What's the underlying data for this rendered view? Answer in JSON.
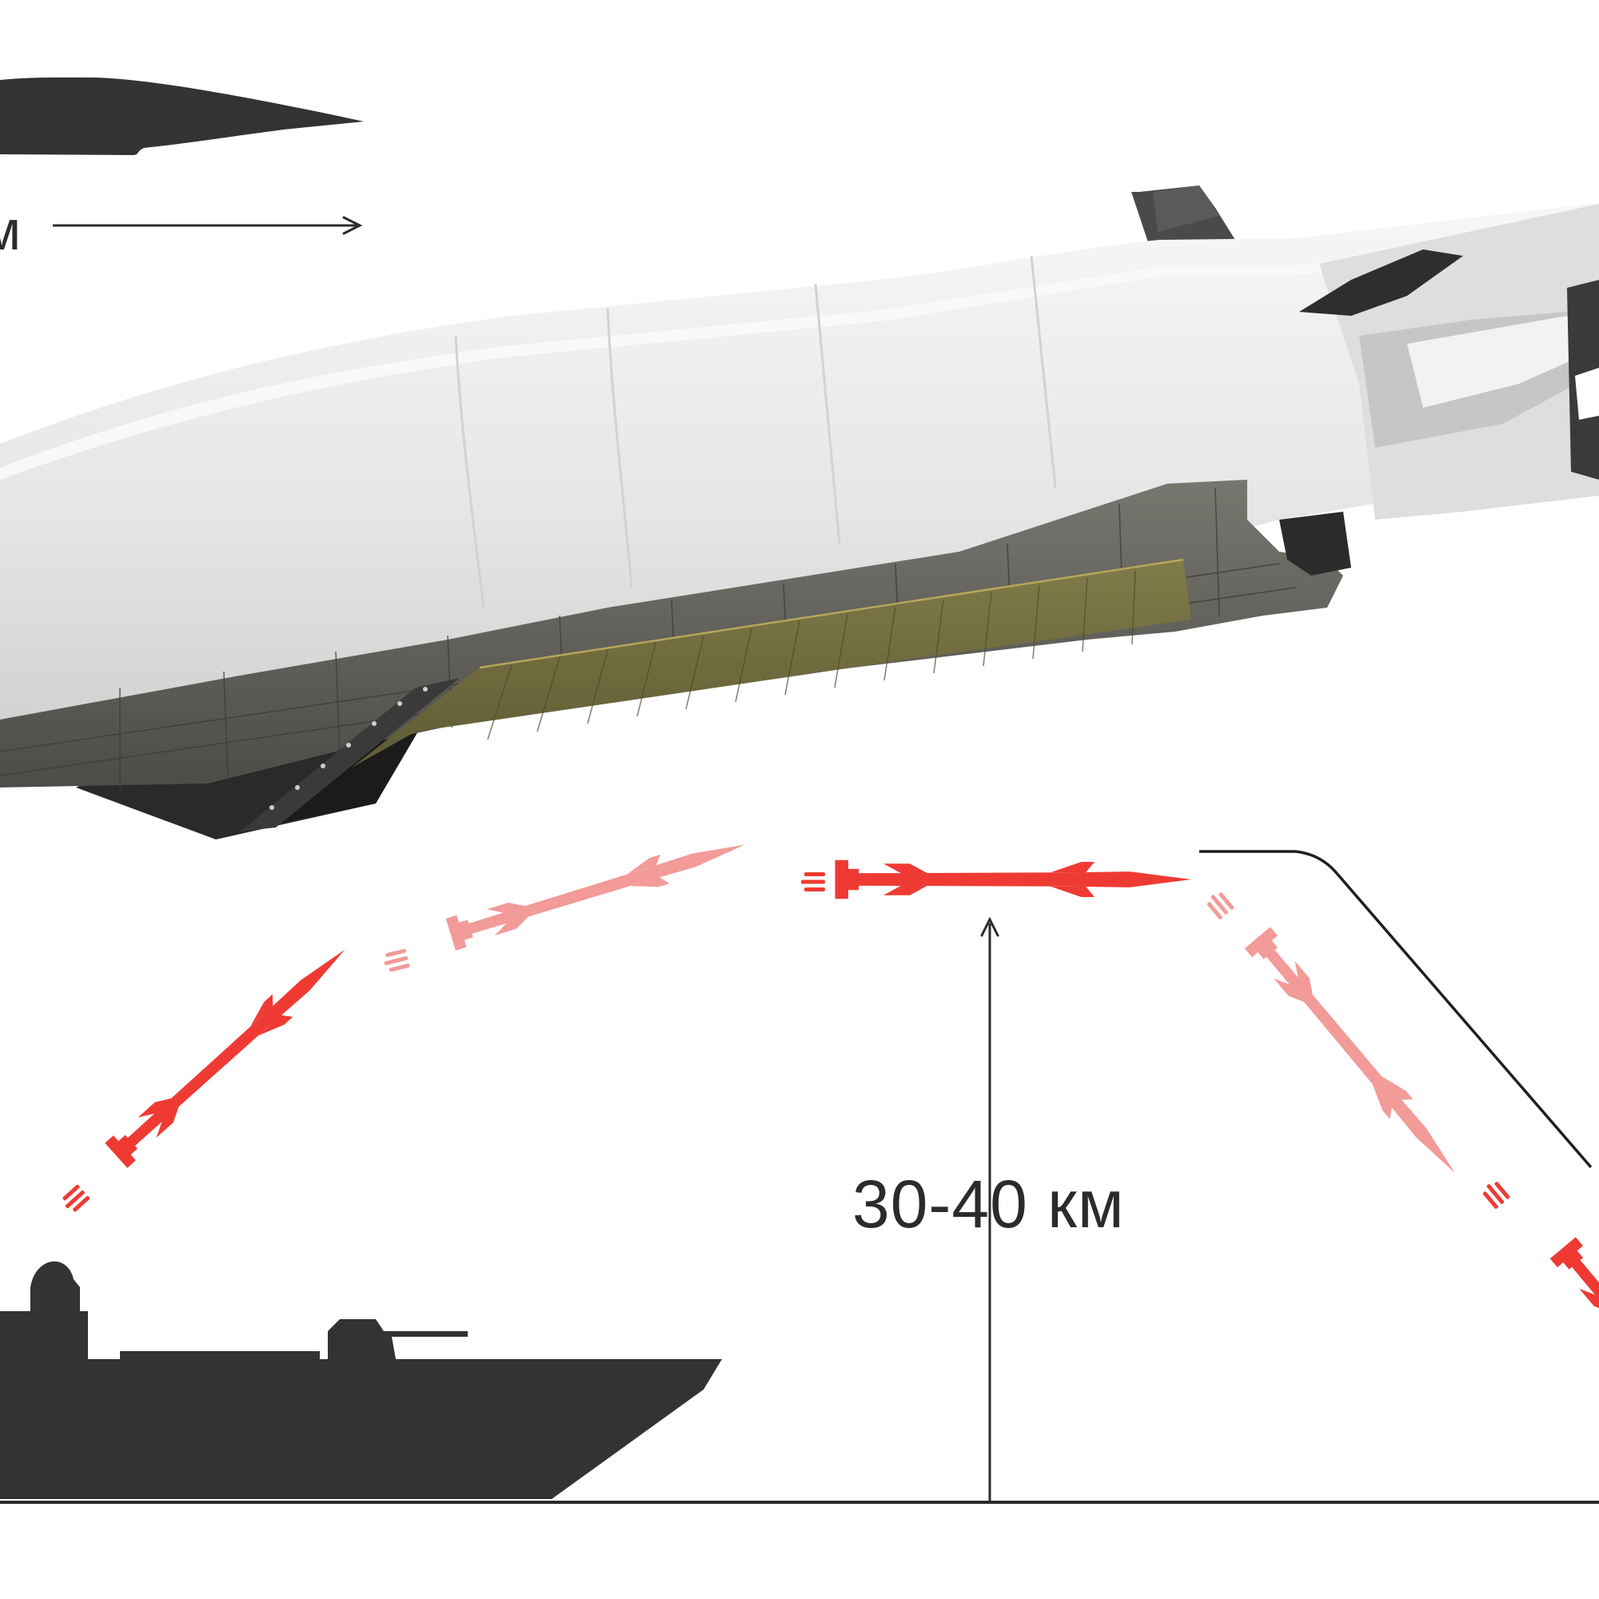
{
  "altitude": {
    "label": "30-40 км"
  },
  "speed_unit": {
    "label": "м"
  },
  "icons": {
    "top_silhouette": "missile-silhouette-icon",
    "hero": "hypersonic-missile-render",
    "ship": "ship-silhouette-icon",
    "trajectory": "flight-trajectory-path"
  },
  "colors": {
    "missile_red": "#ef3a34",
    "missile_faded": "#f29b98",
    "silhouette": "#333333",
    "body_light": "#ebebeb",
    "tiles": "#5f5e58",
    "olive_strip": "#74703f",
    "line": "#2b2b2b"
  }
}
